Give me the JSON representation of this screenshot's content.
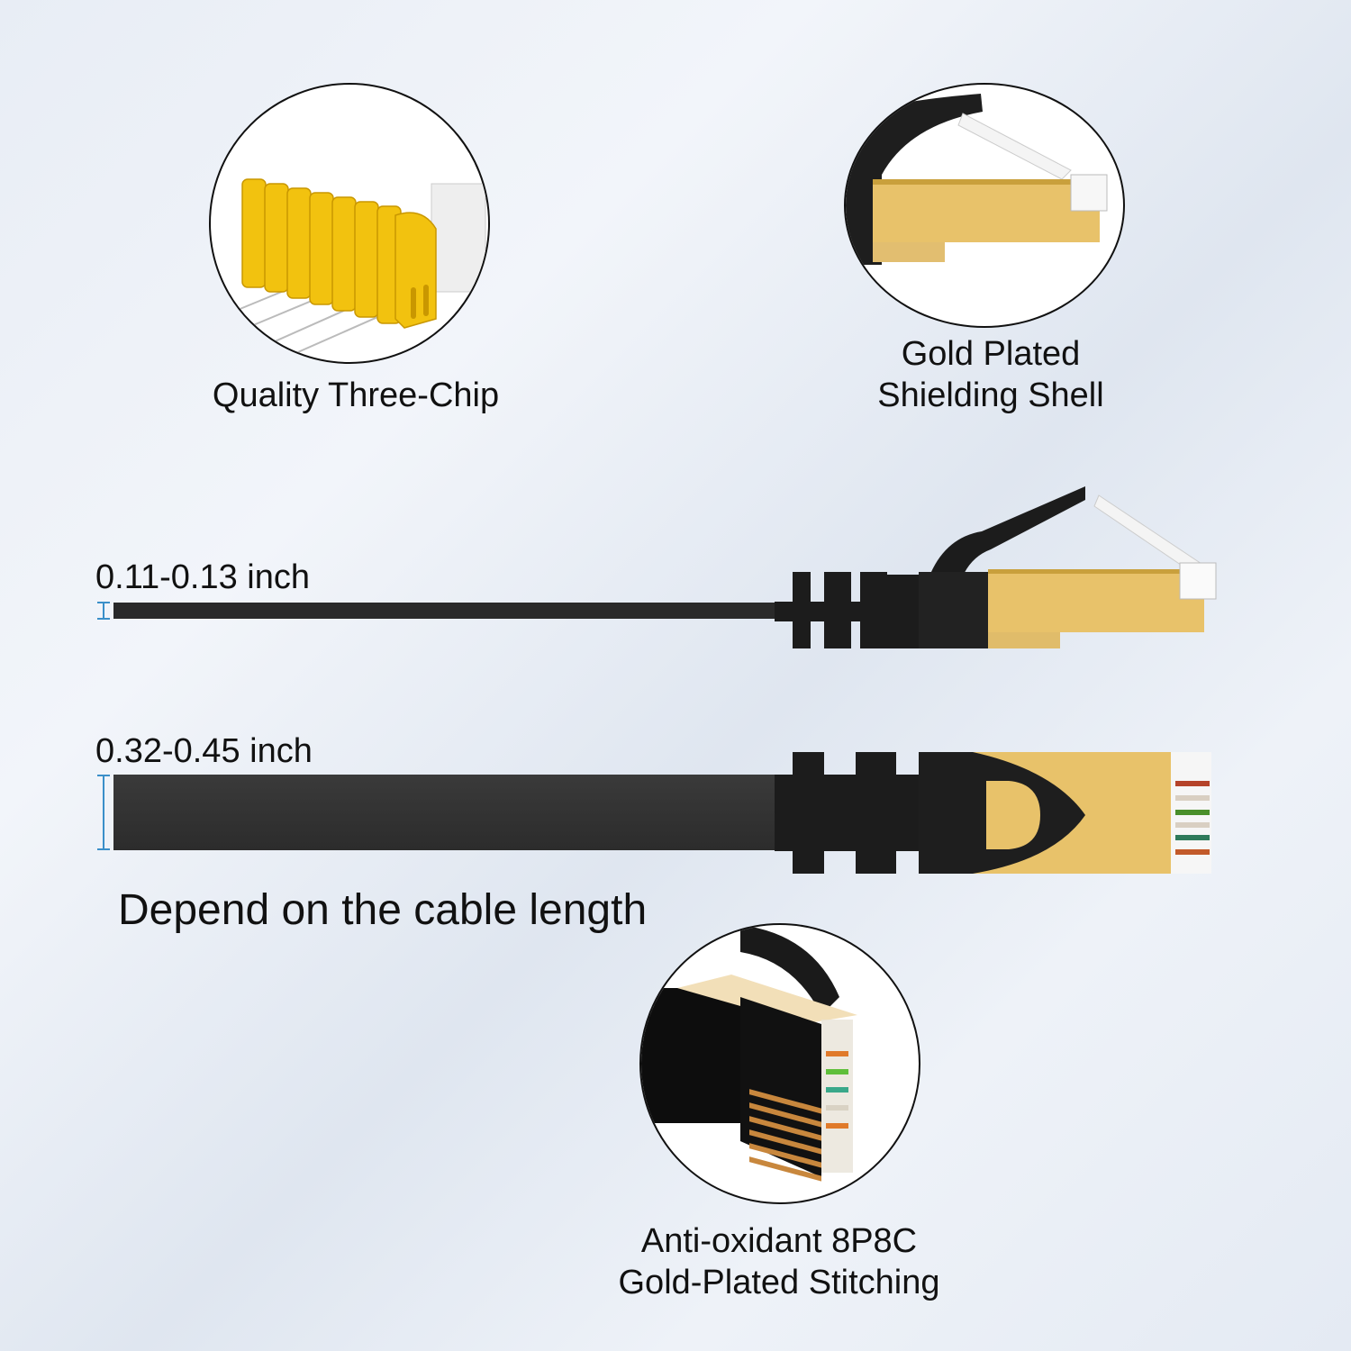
{
  "features": [
    {
      "id": "three-chip",
      "caption": "Quality Three-Chip"
    },
    {
      "id": "shielding-shell",
      "caption_line1": "Gold Plated",
      "caption_line2": "Shielding Shell"
    },
    {
      "id": "stitching",
      "caption_line1": "Anti-oxidant 8P8C",
      "caption_line2": "Gold-Plated Stitching"
    }
  ],
  "dimensions": {
    "thickness_label": "0.11-0.13 inch",
    "width_label": "0.32-0.45 inch",
    "note": "Depend on the cable length"
  },
  "colors": {
    "gold": "#e9c36f",
    "gold_bright": "#f5c518",
    "cable_black": "#1c1c1c",
    "measure_blue": "#3a8fc9"
  }
}
